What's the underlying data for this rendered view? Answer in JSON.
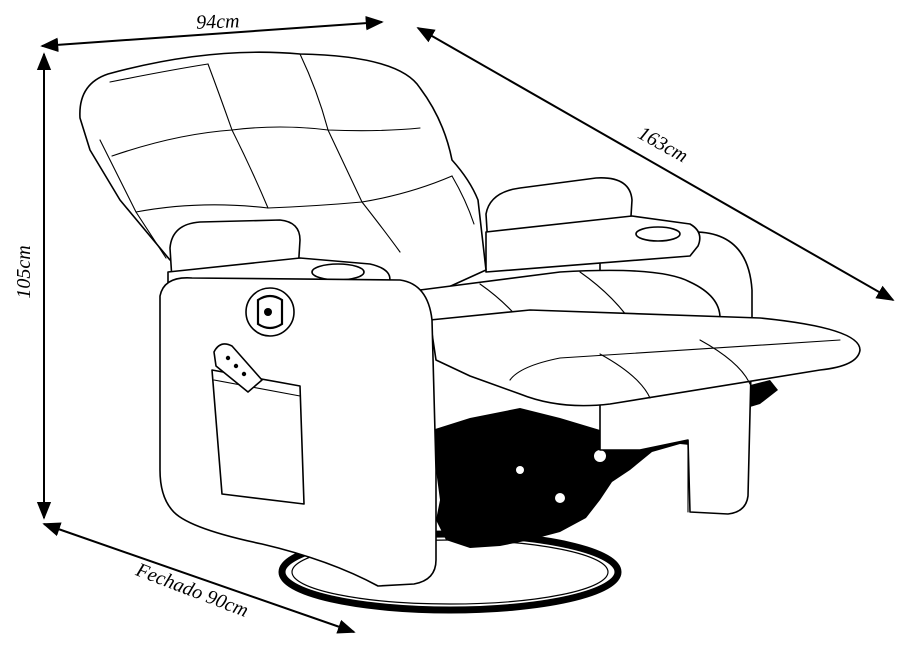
{
  "dimensions": {
    "width_label": "94cm",
    "depth_label": "163cm",
    "height_label": "105cm",
    "closed_label": "Fechado 90cm"
  },
  "colors": {
    "line": "#000000",
    "background": "#ffffff"
  }
}
